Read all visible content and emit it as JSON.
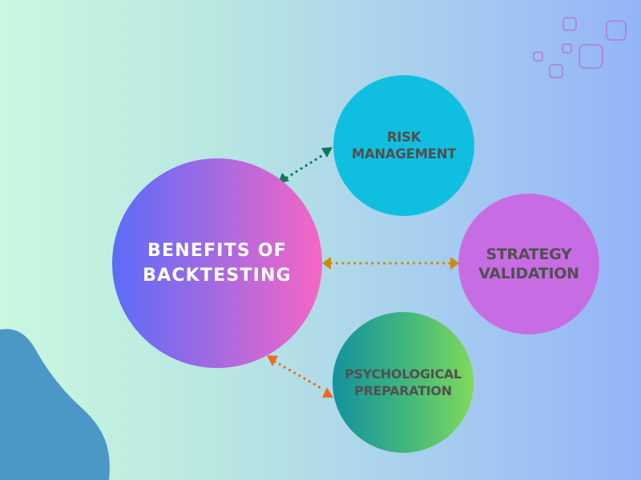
{
  "diagram": {
    "center": {
      "line1": "BENEFITS OF",
      "line2": "BACKTESTING",
      "gradient": [
        "#5b6cf9",
        "#f766c5"
      ],
      "text_color": "#ffffff"
    },
    "nodes": [
      {
        "id": "risk",
        "line1": "RISK",
        "line2": "MANAGEMENT",
        "color": "#10bfe0",
        "connector_color": "#0e7a52"
      },
      {
        "id": "strategy",
        "line1": "STRATEGY",
        "line2": "VALIDATION",
        "color": "#c86ce4",
        "connector_color": "#d08a0a"
      },
      {
        "id": "psych",
        "line1": "PSYCHOLOGICAL",
        "line2": "PREPARATION",
        "color": "#3fb57e",
        "connector_color": "#f06a22"
      }
    ],
    "connectors": [
      {
        "from": "center",
        "to": "risk",
        "style": "dotted double-arrow",
        "color": "#0e7a52"
      },
      {
        "from": "center",
        "to": "strategy",
        "style": "dotted double-arrow",
        "color": "#d08a0a"
      },
      {
        "from": "center",
        "to": "psych",
        "style": "dotted double-arrow",
        "color": "#f06a22"
      }
    ]
  },
  "decorations": {
    "blob_color": "#4b98c6",
    "squares_outline_color": "#b67ad0",
    "background_gradient": [
      "#c8f8df",
      "#93b4f8"
    ]
  }
}
